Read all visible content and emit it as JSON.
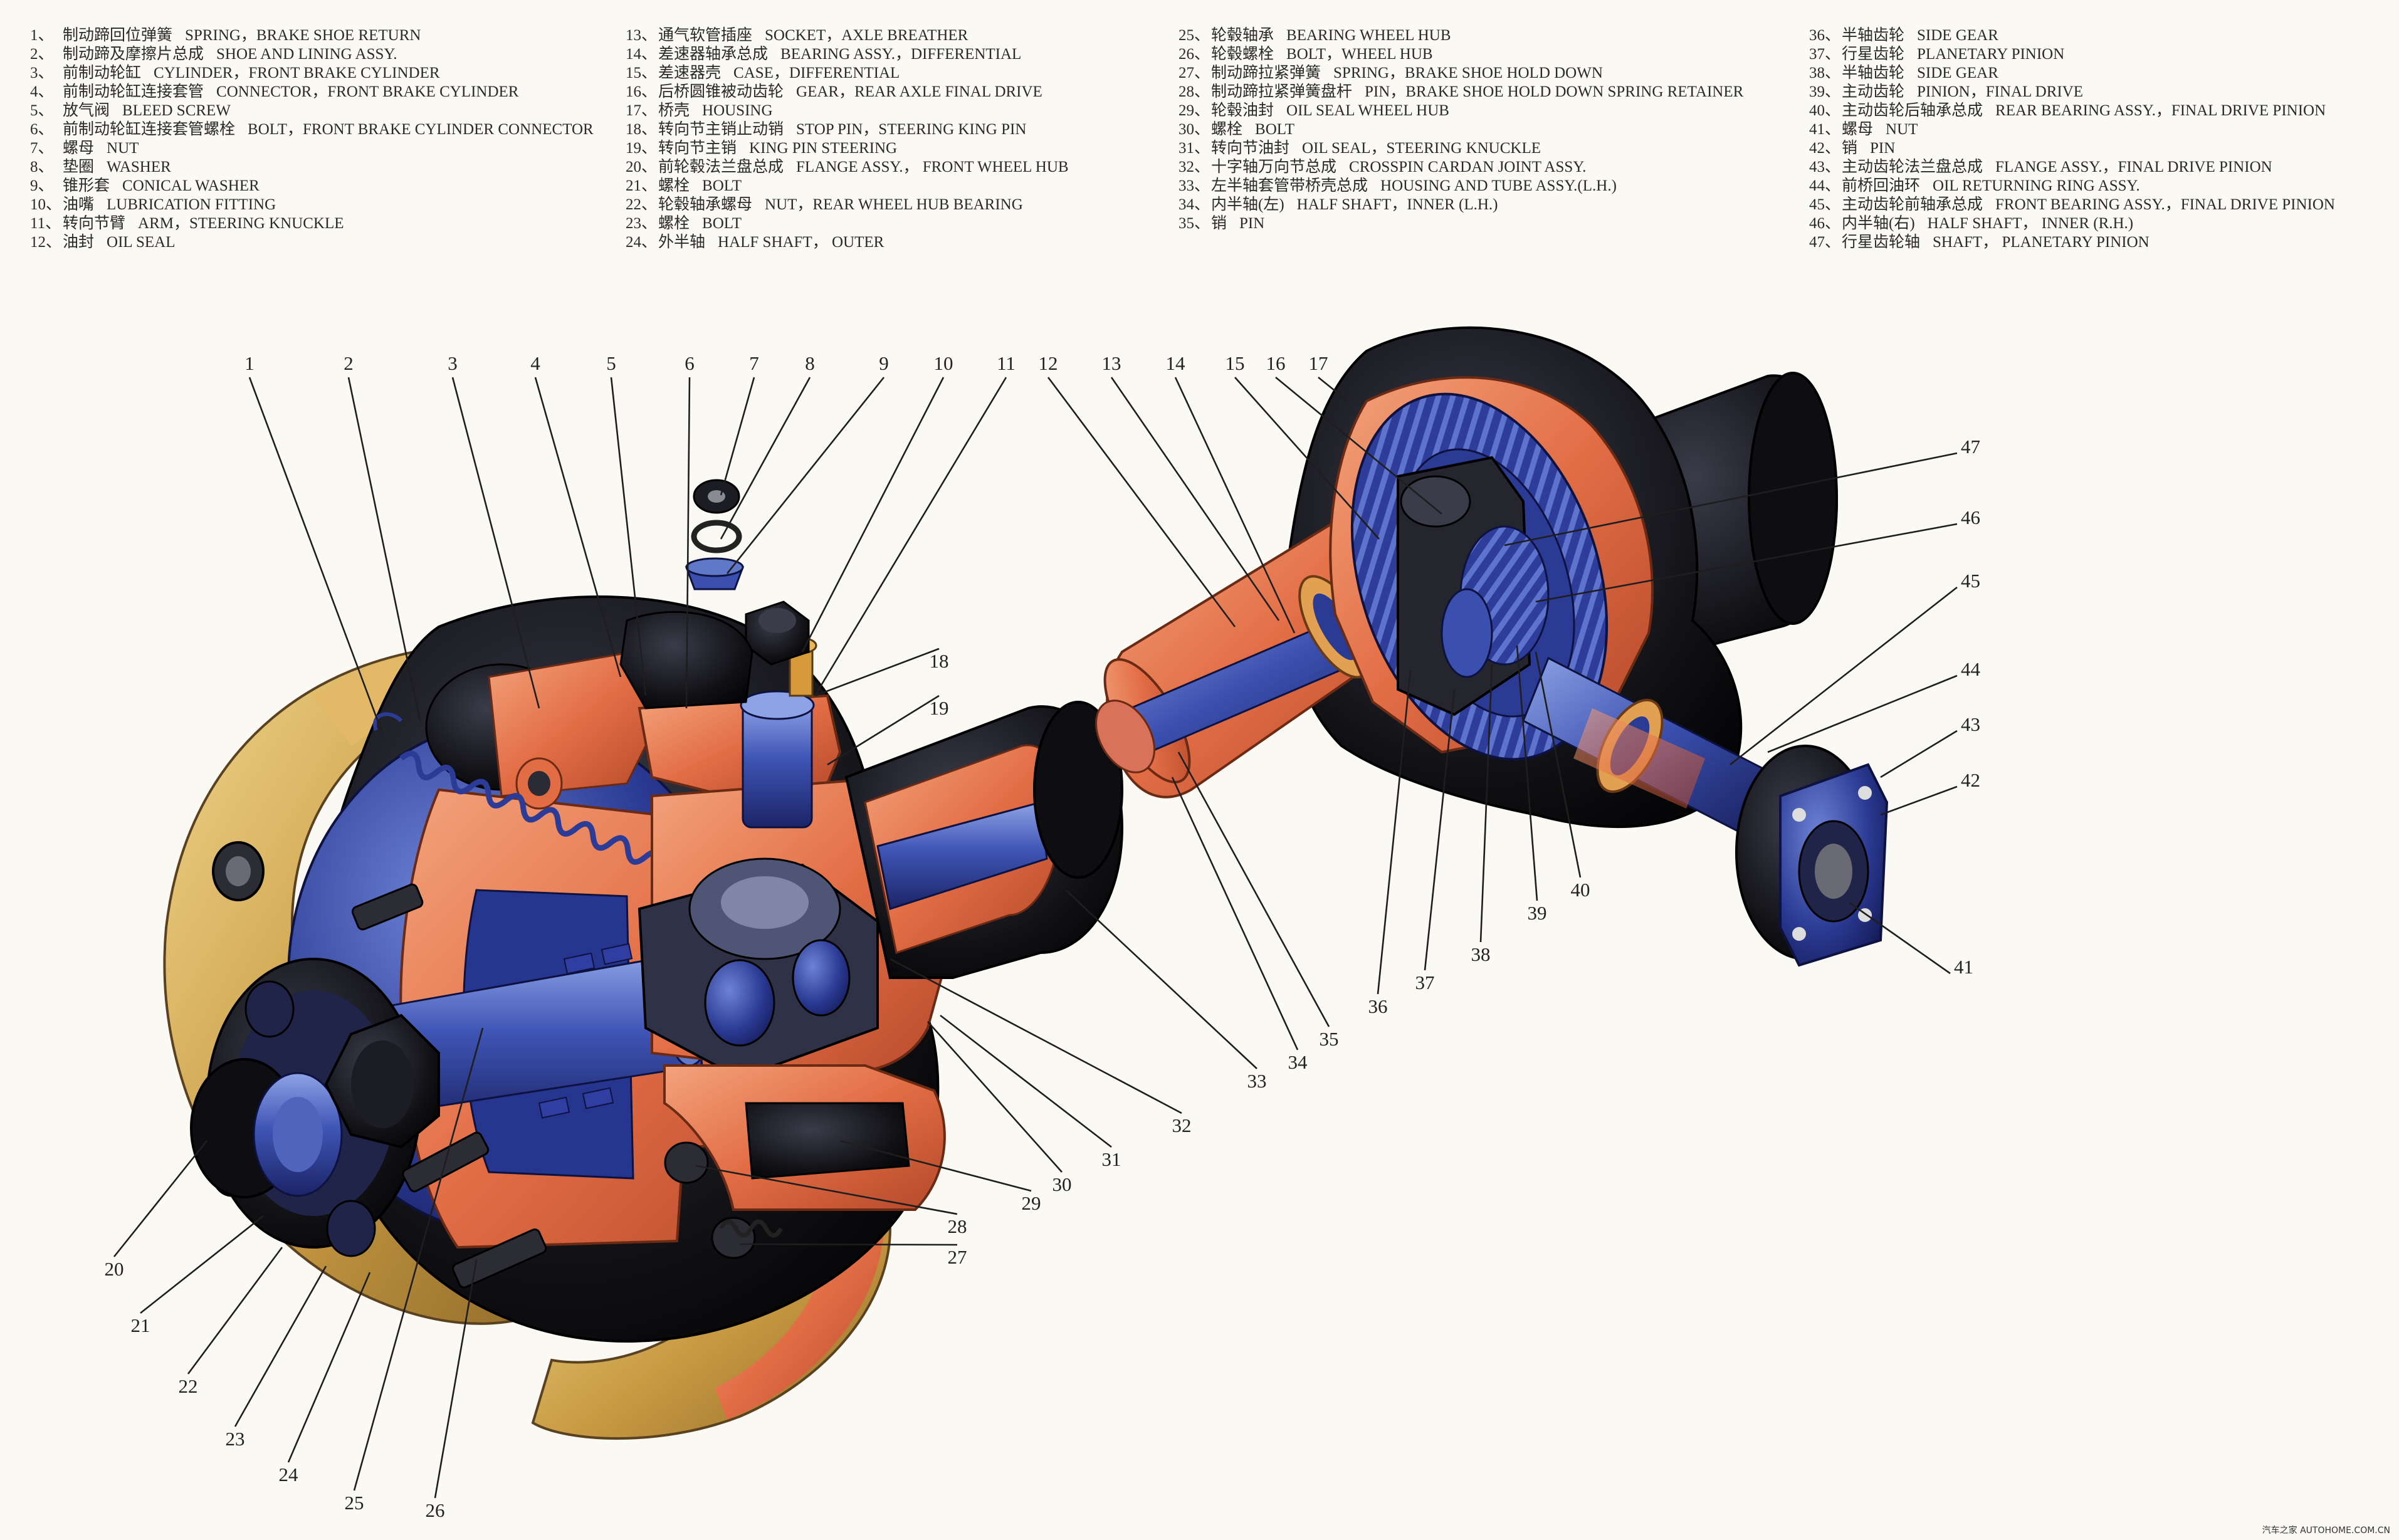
{
  "legend": {
    "columns": [
      [
        {
          "num": "1、",
          "zh": "制动蹄回位弹簧",
          "en": "SPRING，BRAKE SHOE RETURN"
        },
        {
          "num": "2、",
          "zh": "制动蹄及摩擦片总成",
          "en": "SHOE AND LINING ASSY."
        },
        {
          "num": "3、",
          "zh": "前制动轮缸",
          "en": "CYLINDER，FRONT BRAKE CYLINDER"
        },
        {
          "num": "4、",
          "zh": "前制动轮缸连接套管",
          "en": "CONNECTOR，FRONT BRAKE CYLINDER"
        },
        {
          "num": "5、",
          "zh": "放气阀",
          "en": "BLEED SCREW"
        },
        {
          "num": "6、",
          "zh": "前制动轮缸连接套管螺栓",
          "en": "BOLT，FRONT BRAKE CYLINDER CONNECTOR"
        },
        {
          "num": "7、",
          "zh": "螺母",
          "en": "NUT"
        },
        {
          "num": "8、",
          "zh": "垫圈",
          "en": "WASHER"
        },
        {
          "num": "9、",
          "zh": "锥形套",
          "en": "CONICAL WASHER"
        },
        {
          "num": "10、",
          "zh": "油嘴",
          "en": "LUBRICATION FITTING"
        },
        {
          "num": "11、",
          "zh": "转向节臂",
          "en": "ARM，STEERING KNUCKLE"
        },
        {
          "num": "12、",
          "zh": "油封",
          "en": "OIL SEAL"
        }
      ],
      [
        {
          "num": "13、",
          "zh": "通气软管插座",
          "en": "SOCKET，AXLE BREATHER"
        },
        {
          "num": "14、",
          "zh": "差速器轴承总成",
          "en": "BEARING ASSY.，DIFFERENTIAL"
        },
        {
          "num": "15、",
          "zh": "差速器壳",
          "en": "CASE，DIFFERENTIAL"
        },
        {
          "num": "16、",
          "zh": "后桥圆锥被动齿轮",
          "en": "GEAR，REAR AXLE FINAL DRIVE"
        },
        {
          "num": "17、",
          "zh": "桥壳",
          "en": "HOUSING"
        },
        {
          "num": "18、",
          "zh": "转向节主销止动销",
          "en": "STOP PIN，STEERING KING PIN"
        },
        {
          "num": "19、",
          "zh": "转向节主销",
          "en": "KING PIN STEERING"
        },
        {
          "num": "20、",
          "zh": "前轮毂法兰盘总成",
          "en": "FLANGE ASSY.， FRONT WHEEL HUB"
        },
        {
          "num": "21、",
          "zh": "螺栓",
          "en": "BOLT"
        },
        {
          "num": "22、",
          "zh": "轮毂轴承螺母",
          "en": "NUT，REAR WHEEL HUB BEARING"
        },
        {
          "num": "23、",
          "zh": "螺栓",
          "en": "BOLT"
        },
        {
          "num": "24、",
          "zh": "外半轴",
          "en": "HALF SHAFT， OUTER"
        }
      ],
      [
        {
          "num": "25、",
          "zh": "轮毂轴承",
          "en": "BEARING WHEEL HUB"
        },
        {
          "num": "26、",
          "zh": "轮毂螺栓",
          "en": "BOLT，WHEEL HUB"
        },
        {
          "num": "27、",
          "zh": "制动蹄拉紧弹簧",
          "en": "SPRING，BRAKE SHOE HOLD DOWN"
        },
        {
          "num": "28、",
          "zh": "制动蹄拉紧弹簧盘杆",
          "en": "PIN，BRAKE SHOE HOLD DOWN SPRING RETAINER"
        },
        {
          "num": "29、",
          "zh": "轮毂油封",
          "en": "OIL SEAL WHEEL HUB"
        },
        {
          "num": "30、",
          "zh": "螺栓",
          "en": "BOLT"
        },
        {
          "num": "31、",
          "zh": "转向节油封",
          "en": "OIL SEAL，STEERING KNUCKLE"
        },
        {
          "num": "32、",
          "zh": "十字轴万向节总成",
          "en": "CROSSPIN CARDAN JOINT ASSY."
        },
        {
          "num": "33、",
          "zh": "左半轴套管带桥壳总成",
          "en": "HOUSING AND TUBE ASSY.(L.H.)"
        },
        {
          "num": "34、",
          "zh": "内半轴(左)",
          "en": "HALF SHAFT，INNER (L.H.)"
        },
        {
          "num": "35、",
          "zh": "销",
          "en": "PIN"
        }
      ],
      [
        {
          "num": "36、",
          "zh": "半轴齿轮",
          "en": "SIDE GEAR"
        },
        {
          "num": "37、",
          "zh": "行星齿轮",
          "en": "PLANETARY PINION"
        },
        {
          "num": "38、",
          "zh": "半轴齿轮",
          "en": "SIDE GEAR"
        },
        {
          "num": "39、",
          "zh": "主动齿轮",
          "en": "PINION，FINAL DRIVE"
        },
        {
          "num": "40、",
          "zh": "主动齿轮后轴承总成",
          "en": "REAR BEARING ASSY.，FINAL DRIVE PINION"
        },
        {
          "num": "41、",
          "zh": "螺母",
          "en": "NUT"
        },
        {
          "num": "42、",
          "zh": "销",
          "en": "PIN"
        },
        {
          "num": "43、",
          "zh": "主动齿轮法兰盘总成",
          "en": "FLANGE ASSY.，FINAL DRIVE PINION"
        },
        {
          "num": "44、",
          "zh": "前桥回油环",
          "en": "OIL RETURNING RING ASSY."
        },
        {
          "num": "45、",
          "zh": "主动齿轮前轴承总成",
          "en": "FRONT BEARING ASSY.，FINAL DRIVE PINION"
        },
        {
          "num": "46、",
          "zh": "内半轴(右)",
          "en": "HALF SHAFT， INNER (R.H.)"
        },
        {
          "num": "47、",
          "zh": "行星齿轮轴",
          "en": "SHAFT， PLANETARY PINION"
        }
      ]
    ]
  },
  "callouts": [
    "1",
    "2",
    "3",
    "4",
    "5",
    "6",
    "7",
    "8",
    "9",
    "10",
    "11",
    "12",
    "13",
    "14",
    "15",
    "16",
    "17",
    "18",
    "19",
    "20",
    "21",
    "22",
    "23",
    "24",
    "25",
    "26",
    "27",
    "28",
    "29",
    "30",
    "31",
    "32",
    "33",
    "34",
    "35",
    "36",
    "37",
    "38",
    "39",
    "40",
    "41",
    "42",
    "43",
    "44",
    "45",
    "46",
    "47"
  ],
  "watermark": "汽车之家 AUTOHOME.COM.CN",
  "colors": {
    "background": "#fbf9f3",
    "steel_blue": "#2e3f96",
    "cutaway_orange": "#e47950",
    "brake_lining_tan": "#c9a04a",
    "casting_black": "#141418",
    "shaft_highlight": "#5f78c8"
  }
}
